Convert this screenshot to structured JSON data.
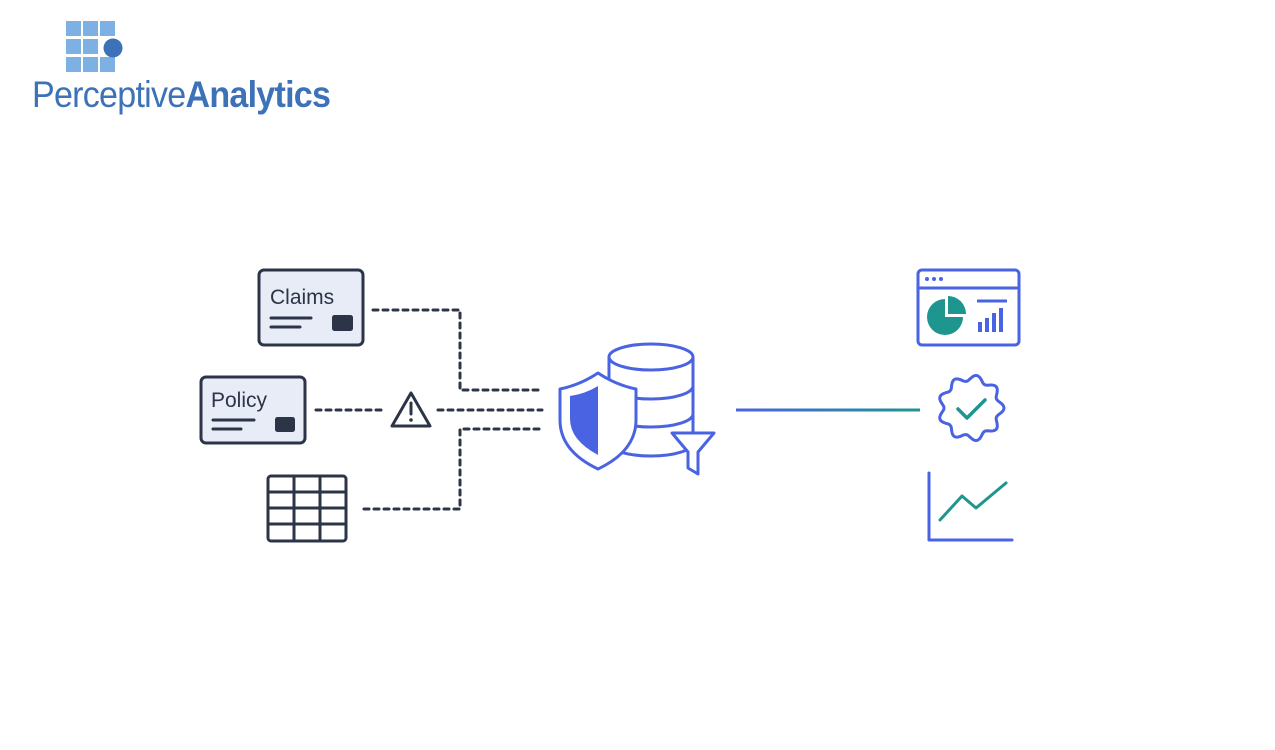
{
  "brand": {
    "name_light": "Perceptive",
    "name_bold": "Analytics",
    "color": "#3d72b8"
  },
  "sources": [
    {
      "label": "Claims",
      "icon": "document-card-icon"
    },
    {
      "label": "Policy",
      "icon": "document-card-icon"
    },
    {
      "label": "",
      "icon": "table-grid-icon"
    }
  ],
  "hub": {
    "icons": [
      "shield-icon",
      "database-icon",
      "funnel-icon"
    ]
  },
  "alert": {
    "icon": "warning-triangle-icon"
  },
  "outputs": [
    {
      "icon": "dashboard-window-icon"
    },
    {
      "icon": "verified-badge-icon"
    },
    {
      "icon": "trend-line-chart-icon"
    }
  ],
  "colors": {
    "ink": "#2c3547",
    "card_fill": "#e7ecf7",
    "accent_blue": "#4a63e2",
    "accent_teal": "#1f9590",
    "logo_squares": "#7db1e4"
  }
}
